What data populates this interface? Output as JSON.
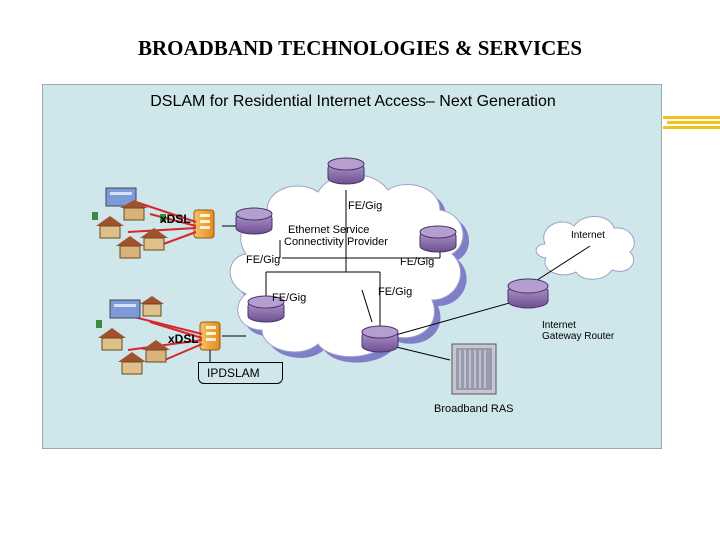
{
  "slide": {
    "title": "BROADBAND TECHNOLOGIES & SERVICES"
  },
  "diagram": {
    "title": "DSLAM for Residential Internet Access– Next Generation",
    "labels": {
      "xdsl_top": "xDSL",
      "xdsl_bottom": "xDSL",
      "fe_gig_top": "FE/Gig",
      "esp_line1": "Ethernet Service",
      "esp_line2": "Connectivity Provider",
      "fe_gig_left": "FE/Gig",
      "fe_gig_right": "FE/Gig",
      "fe_gig_lower_left": "FE/Gig",
      "fe_gig_lower_right": "FE/Gig",
      "internet": "Internet",
      "igr_line1": "Internet",
      "igr_line2": "Gateway Router",
      "ipdslam": "IPDSLAM",
      "broadband_ras": "Broadband RAS"
    },
    "colors": {
      "panel": "#cfe6ea",
      "cloud_fill": "#ffffff",
      "cloud_shadow": "#7f7fc8",
      "router": "#8a6aa8",
      "dsl_link": "#d7262c",
      "accent_stripes": "#f2c21b"
    }
  }
}
